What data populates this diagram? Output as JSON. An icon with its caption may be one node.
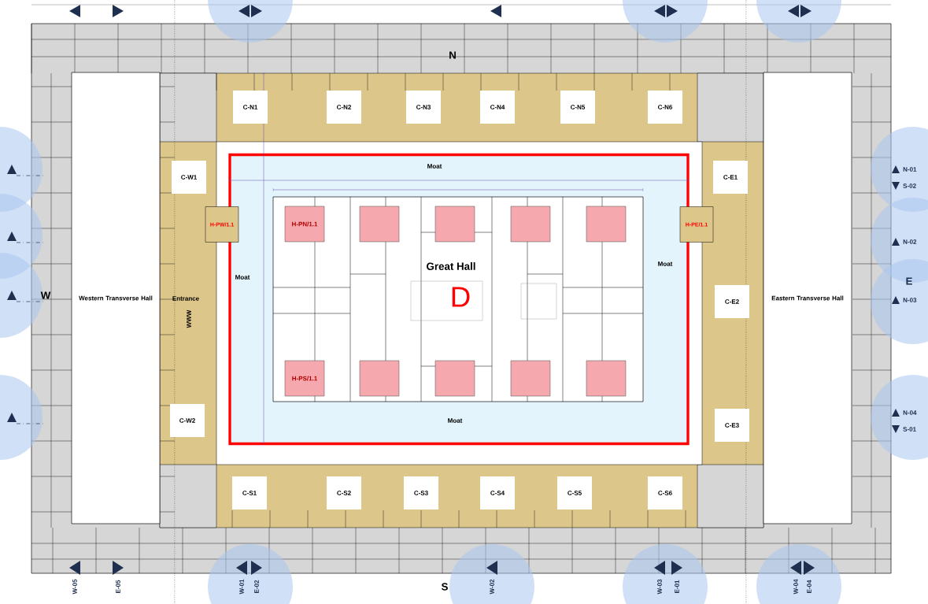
{
  "diagram": {
    "nodes": [
      {
        "text": [
          "Moat",
          "Moat",
          "Moat",
          "Moat"
        ]
      },
      {
        "text": [
          "Great Hall",
          "D"
        ],
        "in": 0
      },
      {
        "text": [
          "H-PN/1.1"
        ],
        "in": 1
      },
      {
        "text": [],
        "shape": "box",
        "in": 1
      },
      {
        "text": [],
        "shape": "box",
        "in": 1
      },
      {
        "text": [],
        "shape": "box",
        "in": 1
      },
      {
        "text": [],
        "shape": "box",
        "in": 1
      },
      {
        "text": [
          "H-PS/1.1"
        ],
        "in": 1
      },
      {
        "text": [],
        "shape": "box",
        "in": 1
      },
      {
        "text": [],
        "shape": "box",
        "in": 1
      },
      {
        "text": [],
        "shape": "box",
        "in": 1
      },
      {
        "text": [],
        "shape": "box",
        "in": 1
      },
      {
        "text": [
          "H-PW/1.1"
        ]
      },
      {
        "text": [
          "H-PE/1.1"
        ]
      },
      {
        "text": [
          "C-N1"
        ]
      },
      {
        "text": [
          "C-N2"
        ]
      },
      {
        "text": [
          "C-N3"
        ]
      },
      {
        "text": [
          "C-N4"
        ]
      },
      {
        "text": [
          "C-N5"
        ]
      },
      {
        "text": [
          "C-N6"
        ]
      },
      {
        "text": [
          "C-W1"
        ]
      },
      {
        "text": [
          "C-W2"
        ]
      },
      {
        "text": [
          "C-E1"
        ]
      },
      {
        "text": [
          "C-E2"
        ]
      },
      {
        "text": [
          "C-E3"
        ]
      },
      {
        "text": [
          "C-S1"
        ]
      },
      {
        "text": [
          "C-S2"
        ]
      },
      {
        "text": [
          "C-S3"
        ]
      },
      {
        "text": [
          "C-S4"
        ]
      },
      {
        "text": [
          "C-S5"
        ]
      },
      {
        "text": [
          "C-S6"
        ]
      },
      {
        "text": [
          "Western Transverse Hall"
        ]
      },
      {
        "text": [
          "Eastern Transverse Hall"
        ]
      }
    ],
    "labels": [
      "N",
      "W",
      "Entrance",
      "WWW",
      "E",
      "S",
      "N-01",
      "S-02",
      "N-02",
      "N-03",
      "N-04",
      "S-01",
      "W-05",
      "E-05",
      "W-01",
      "E-02",
      "W-02",
      "W-03",
      "E-01",
      "W-04",
      "E-04"
    ]
  }
}
